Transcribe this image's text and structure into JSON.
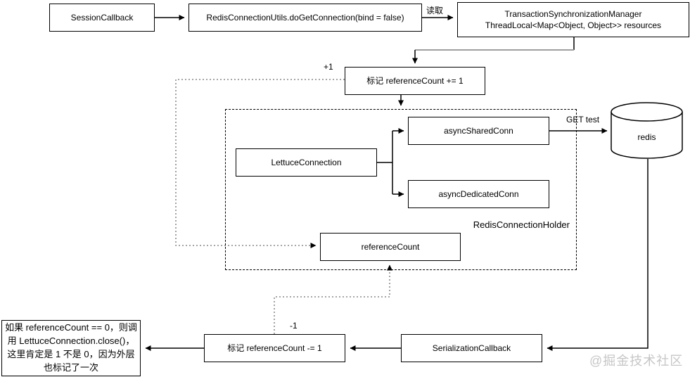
{
  "diagram": {
    "nodes": {
      "session_callback": {
        "label": "SessionCallback"
      },
      "do_get_connection": {
        "label": "RedisConnectionUtils.doGetConnection(bind = false)"
      },
      "tx_sync_manager": {
        "lines": [
          "TransactionSynchronizationManager",
          "ThreadLocal<Map<Object, Object>> resources"
        ]
      },
      "mark_increment": {
        "label": "标记 referenceCount += 1"
      },
      "lettuce_connection": {
        "label": "LettuceConnection"
      },
      "async_shared_conn": {
        "label": "asyncSharedConn"
      },
      "async_dedicated_conn": {
        "label": "asyncDedicatedConn"
      },
      "reference_count": {
        "label": "referenceCount"
      },
      "serialization_callback": {
        "label": "SerializationCallback"
      },
      "mark_decrement": {
        "label": "标记 referenceCount -= 1"
      },
      "close_note": {
        "label": "如果 referenceCount  == 0，则调用 LettuceConnection.close()，这里肯定是 1 不是 0，因为外层也标记了一次"
      },
      "redis": {
        "label": "redis"
      }
    },
    "container_label": "RedisConnectionHolder",
    "edge_labels": {
      "read": "读取",
      "plus_one": "+1",
      "minus_one": "-1",
      "get_test": "GET test"
    },
    "watermark": "@掘金技术社区",
    "colors": {
      "line": "#000000",
      "gray_line": "#9e9e9e",
      "watermark": "#c6c6c6",
      "background": "#ffffff"
    }
  }
}
